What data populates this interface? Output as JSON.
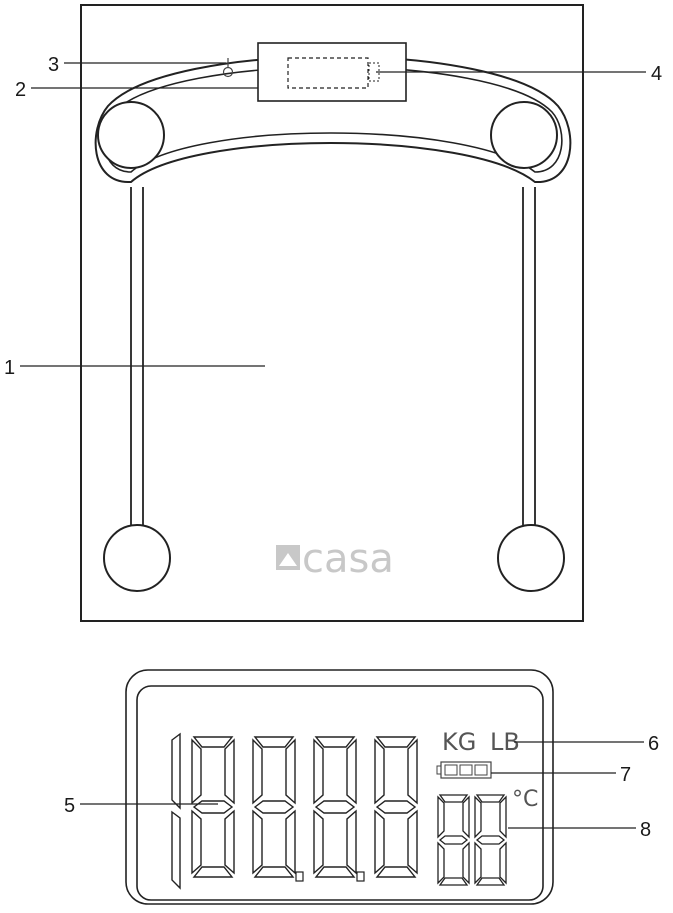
{
  "scale_diagram": {
    "brand": "casa",
    "callouts": {
      "c1": "1",
      "c2": "2",
      "c3": "3",
      "c4": "4",
      "c5": "5",
      "c6": "6",
      "c7": "7",
      "c8": "8"
    }
  },
  "lcd_display": {
    "unit_kg": "KG",
    "unit_lb": "LB",
    "temp_unit": "°C"
  },
  "icons": [
    "thermometer-icon",
    "battery-icon",
    "brand-logo-icon"
  ]
}
